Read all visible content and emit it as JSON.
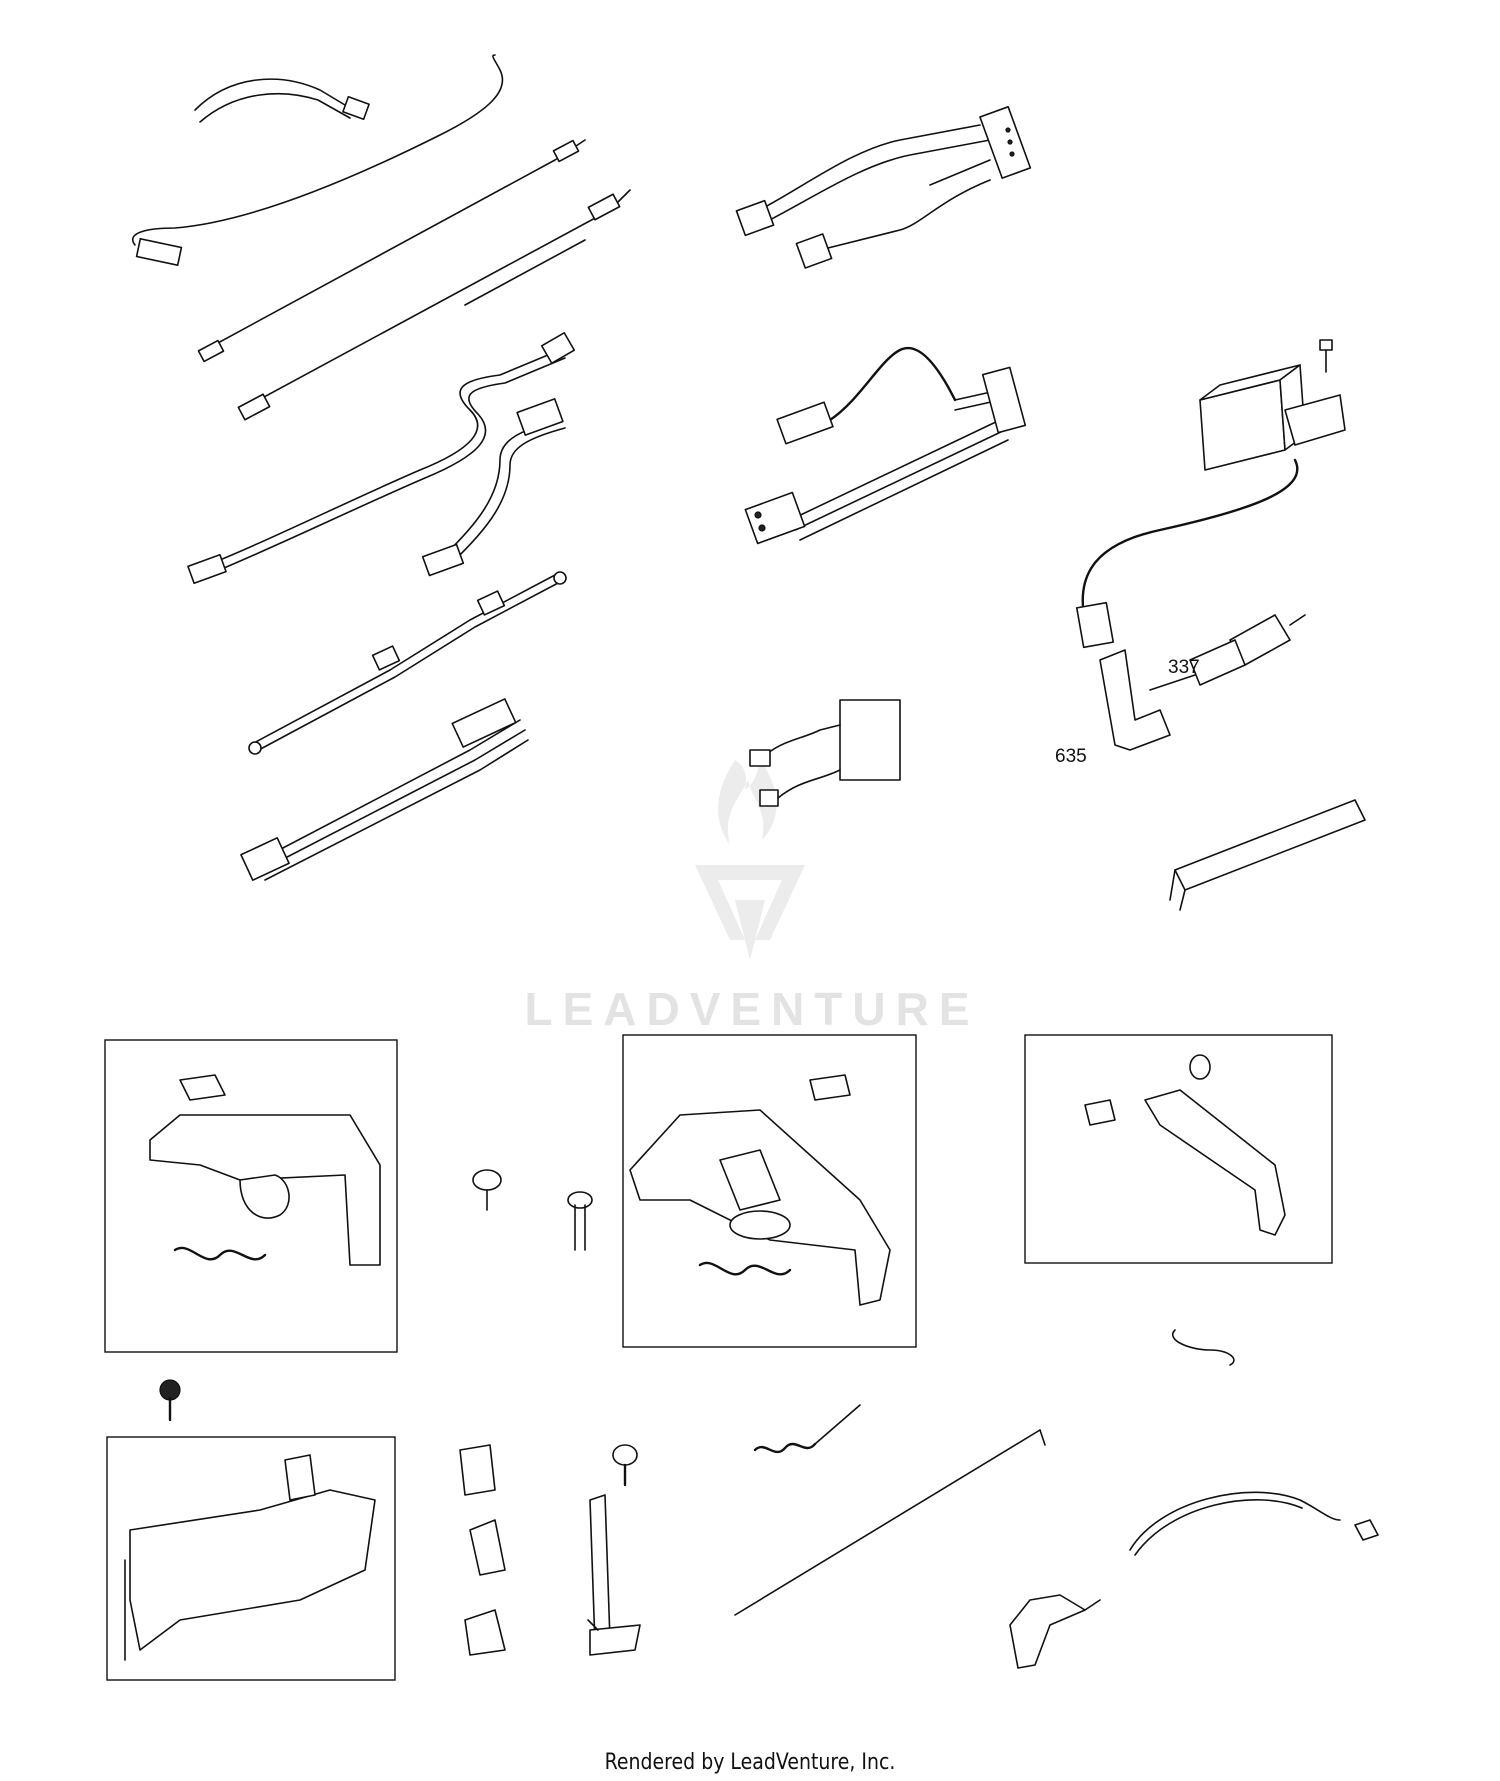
{
  "watermark": {
    "text": "LEADVENTURE"
  },
  "callouts": [
    {
      "id": "spark-plug",
      "label": "337"
    },
    {
      "id": "spark-plug-boot",
      "label": "635"
    }
  ],
  "footer": {
    "text": "Rendered by LeadVenture, Inc."
  }
}
